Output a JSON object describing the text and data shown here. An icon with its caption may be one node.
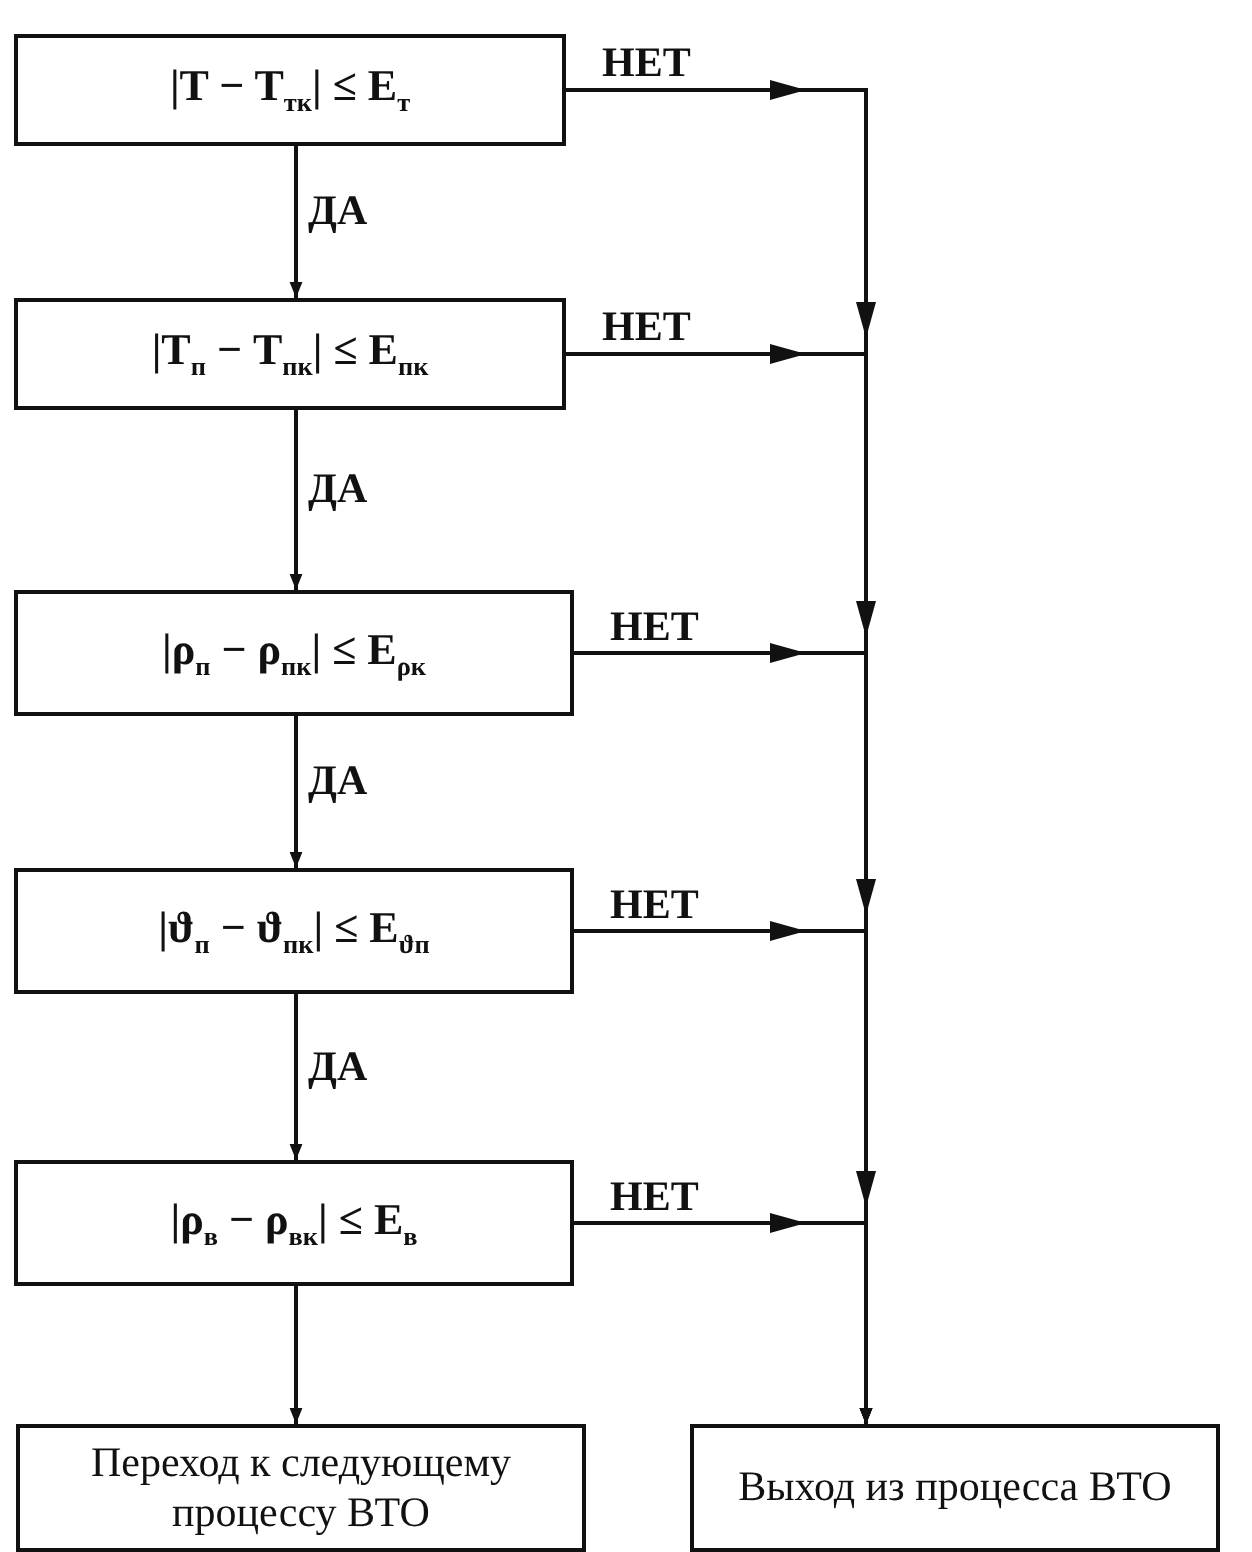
{
  "diagram": {
    "nodes": [
      {
        "text": [
          "|T − T$_{тк}$| ≤ E$_{т}$"
        ]
      },
      {
        "text": [
          "|T$_{п}$ − T$_{пк}$| ≤ E$_{пк}$"
        ]
      },
      {
        "text": [
          "|ρ$_{п}$ − ρ$_{пк}$| ≤ E$_{ρк}$"
        ]
      },
      {
        "text": [
          "|ϑ$_{п}$ − ϑ$_{пк}$| ≤ E$_{ϑп}$"
        ]
      },
      {
        "text": [
          "|ρ$_{в}$ − ρ$_{вк}$| ≤ E$_{в}$"
        ]
      },
      {
        "text": [
          "Переход к следующему процессу ВТО"
        ]
      },
      {
        "text": [
          "Выход из процесса ВТО"
        ]
      }
    ],
    "edges": [
      {
        "from": 0,
        "to": 1,
        "arrow": "to",
        "label": "ДА"
      },
      {
        "from": 1,
        "to": 2,
        "arrow": "to",
        "label": "ДА"
      },
      {
        "from": 2,
        "to": 3,
        "arrow": "to",
        "label": "ДА"
      },
      {
        "from": 3,
        "to": 4,
        "arrow": "to",
        "label": "ДА"
      },
      {
        "from": 4,
        "to": 5,
        "arrow": "to"
      },
      {
        "from": 0,
        "to": 6,
        "arrow": "to",
        "label": "НЕТ"
      },
      {
        "from": 1,
        "to": 6,
        "arrow": "to",
        "label": "НЕТ"
      },
      {
        "from": 2,
        "to": 6,
        "arrow": "to",
        "label": "НЕТ"
      },
      {
        "from": 3,
        "to": 6,
        "arrow": "to",
        "label": "НЕТ"
      },
      {
        "from": 4,
        "to": 6,
        "arrow": "to",
        "label": "НЕТ"
      }
    ]
  }
}
